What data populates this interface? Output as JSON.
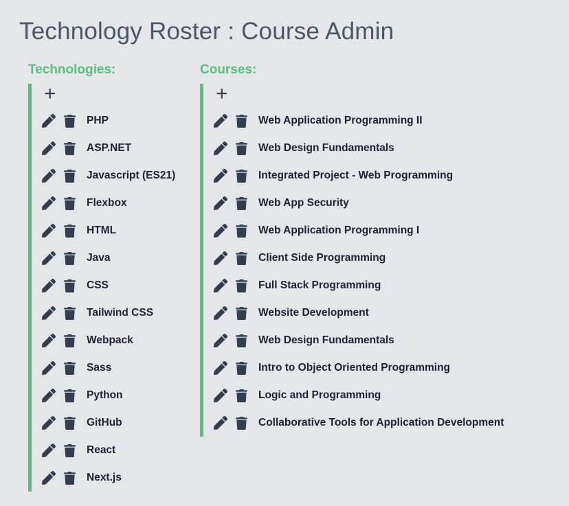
{
  "page": {
    "title": "Technology Roster : Course Admin"
  },
  "colors": {
    "background": "#e5e6e9",
    "accent_green": "#5abe81",
    "icon_slate": "#353e4e",
    "title_gray": "#4d5665",
    "item_text": "#1d232e"
  },
  "icons": {
    "add": "plus-icon",
    "edit": "pencil-icon",
    "delete": "trash-icon"
  },
  "sections": [
    {
      "id": "technologies",
      "label": "Technologies:",
      "add_label": "+",
      "items": [
        "PHP",
        "ASP.NET",
        "Javascript (ES21)",
        "Flexbox",
        "HTML",
        "Java",
        "CSS",
        "Tailwind CSS",
        "Webpack",
        "Sass",
        "Python",
        "GitHub",
        "React",
        "Next.js"
      ]
    },
    {
      "id": "courses",
      "label": "Courses:",
      "add_label": "+",
      "items": [
        "Web Application Programming II",
        "Web Design Fundamentals",
        "Integrated Project - Web Programming",
        "Web App Security",
        "Web Application Programming I",
        "Client Side Programming",
        "Full Stack Programming",
        "Website Development",
        "Web Design Fundamentals",
        "Intro to Object Oriented Programming",
        "Logic and Programming",
        "Collaborative Tools for Application Development"
      ]
    }
  ]
}
